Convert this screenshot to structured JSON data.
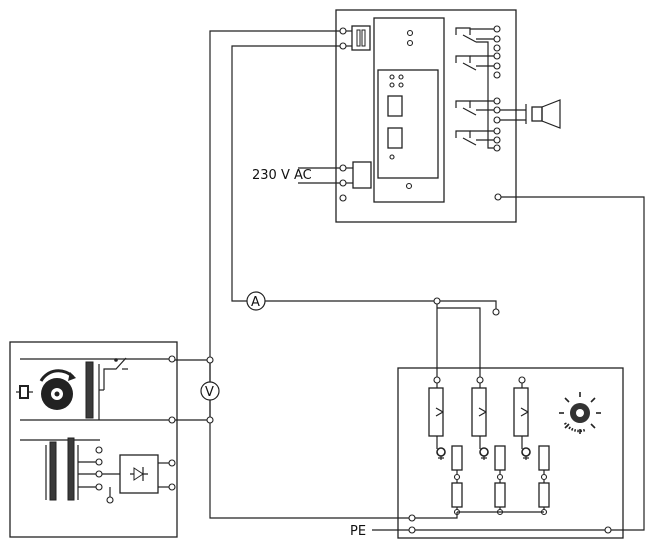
{
  "labels": {
    "supply_voltage": "230 V AC",
    "ammeter": "A",
    "voltmeter": "V",
    "protective_earth": "PE"
  },
  "icons": [
    "relay-coil-icon",
    "motor-with-rotation-arrow-icon",
    "transformer-icon",
    "switch-icon",
    "rectifier-bridge-icon",
    "potentiometer-icon",
    "resistor-icon",
    "led-icon",
    "loudspeaker-icon",
    "rotary-dial-icon",
    "fuse-icon"
  ],
  "colors": {
    "line": "#222222",
    "fill_dark": "#3a3a3a",
    "background": "#ffffff"
  }
}
